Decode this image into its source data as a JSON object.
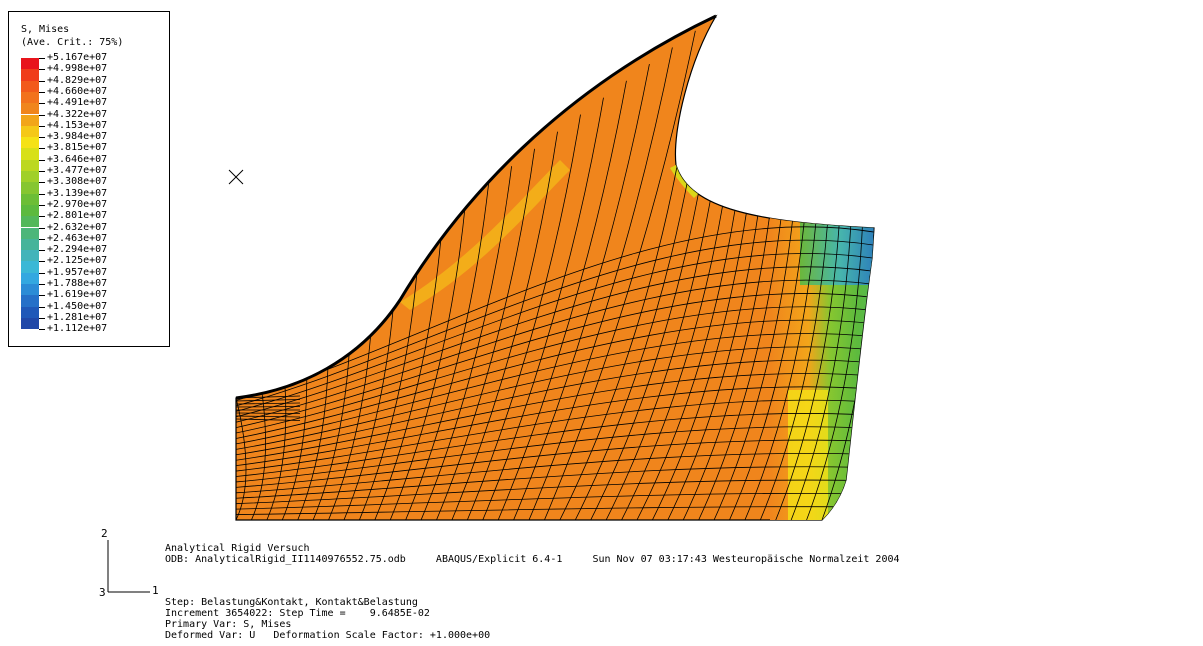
{
  "legend": {
    "title_line1": "S, Mises",
    "title_line2": "(Ave. Crit.: 75%)",
    "levels": [
      {
        "label": "+5.167e+07",
        "color": "#e8141c"
      },
      {
        "label": "+4.998e+07",
        "color": "#f03c1a"
      },
      {
        "label": "+4.829e+07",
        "color": "#f25a1b"
      },
      {
        "label": "+4.660e+07",
        "color": "#f2721c"
      },
      {
        "label": "+4.491e+07",
        "color": "#f0851c"
      },
      {
        "label": "+4.322e+07",
        "color": "#f2a51a"
      },
      {
        "label": "+4.153e+07",
        "color": "#f5c818"
      },
      {
        "label": "+3.984e+07",
        "color": "#f5e216"
      },
      {
        "label": "+3.815e+07",
        "color": "#d8e018"
      },
      {
        "label": "+3.646e+07",
        "color": "#bcd820"
      },
      {
        "label": "+3.477e+07",
        "color": "#a0d028"
      },
      {
        "label": "+3.308e+07",
        "color": "#86c630"
      },
      {
        "label": "+3.139e+07",
        "color": "#6cbe36"
      },
      {
        "label": "+2.970e+07",
        "color": "#5cba3e"
      },
      {
        "label": "+2.801e+07",
        "color": "#52b85a"
      },
      {
        "label": "+2.632e+07",
        "color": "#4cb67a"
      },
      {
        "label": "+2.463e+07",
        "color": "#46b49a"
      },
      {
        "label": "+2.294e+07",
        "color": "#42b4ba"
      },
      {
        "label": "+2.125e+07",
        "color": "#3ab8d6"
      },
      {
        "label": "+1.957e+07",
        "color": "#33a8e0"
      },
      {
        "label": "+1.788e+07",
        "color": "#2b8cd6"
      },
      {
        "label": "+1.619e+07",
        "color": "#2570c8"
      },
      {
        "label": "+1.450e+07",
        "color": "#1f58b8"
      },
      {
        "label": "+1.281e+07",
        "color": "#2048a8"
      },
      {
        "label": "+1.112e+07",
        "color": "#243c98"
      }
    ]
  },
  "triad": {
    "axis_2": "2",
    "axis_1": "1",
    "axis_3": "3"
  },
  "info": {
    "line1": "Analytical Rigid Versuch",
    "odb_line": "ODB: AnalyticalRigid_II1140976552.75.odb     ABAQUS/Explicit 6.4-1     Sun Nov 07 03:17:43 Westeuropäische Normalzeit 2004",
    "step": "Step: Belastung&Kontakt, Kontakt&Belastung",
    "increment": "Increment 3654022: Step Time =    9.6485E-02",
    "primary": "Primary Var: S, Mises",
    "deformed": "Deformed Var: U   Deformation Scale Factor: +1.000e+00"
  }
}
